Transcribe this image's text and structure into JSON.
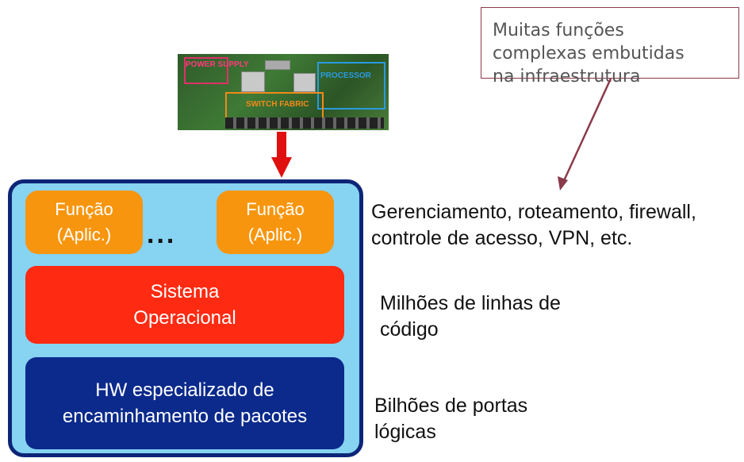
{
  "board": {
    "labels": [
      "POWER SUPPLY",
      "PROCESSOR",
      "SWITCH FABRIC"
    ]
  },
  "callout": {
    "lines": [
      "Muitas funções",
      "complexas embutidas",
      "na infraestrutura"
    ]
  },
  "stack": {
    "function1": [
      "Função",
      "(Aplic.)"
    ],
    "function2": [
      "Função",
      "(Aplic.)"
    ],
    "ellipsis": "...",
    "os": [
      "Sistema",
      "Operacional"
    ],
    "hw": [
      "HW especializado de",
      "encaminhamento de pacotes"
    ]
  },
  "descriptions": {
    "functions": [
      "Gerenciamento, roteamento, firewall,",
      "controle de acesso, VPN, etc."
    ],
    "os": [
      "Milhões de linhas de",
      "código"
    ],
    "hw": [
      "Bilhões de portas",
      "lógicas"
    ]
  },
  "colors": {
    "function_box": "#f7960e",
    "os_box": "#ff2a12",
    "hw_box": "#0b2a8c",
    "stack_bg": "#86d3f2",
    "arrow": "#e01010"
  }
}
